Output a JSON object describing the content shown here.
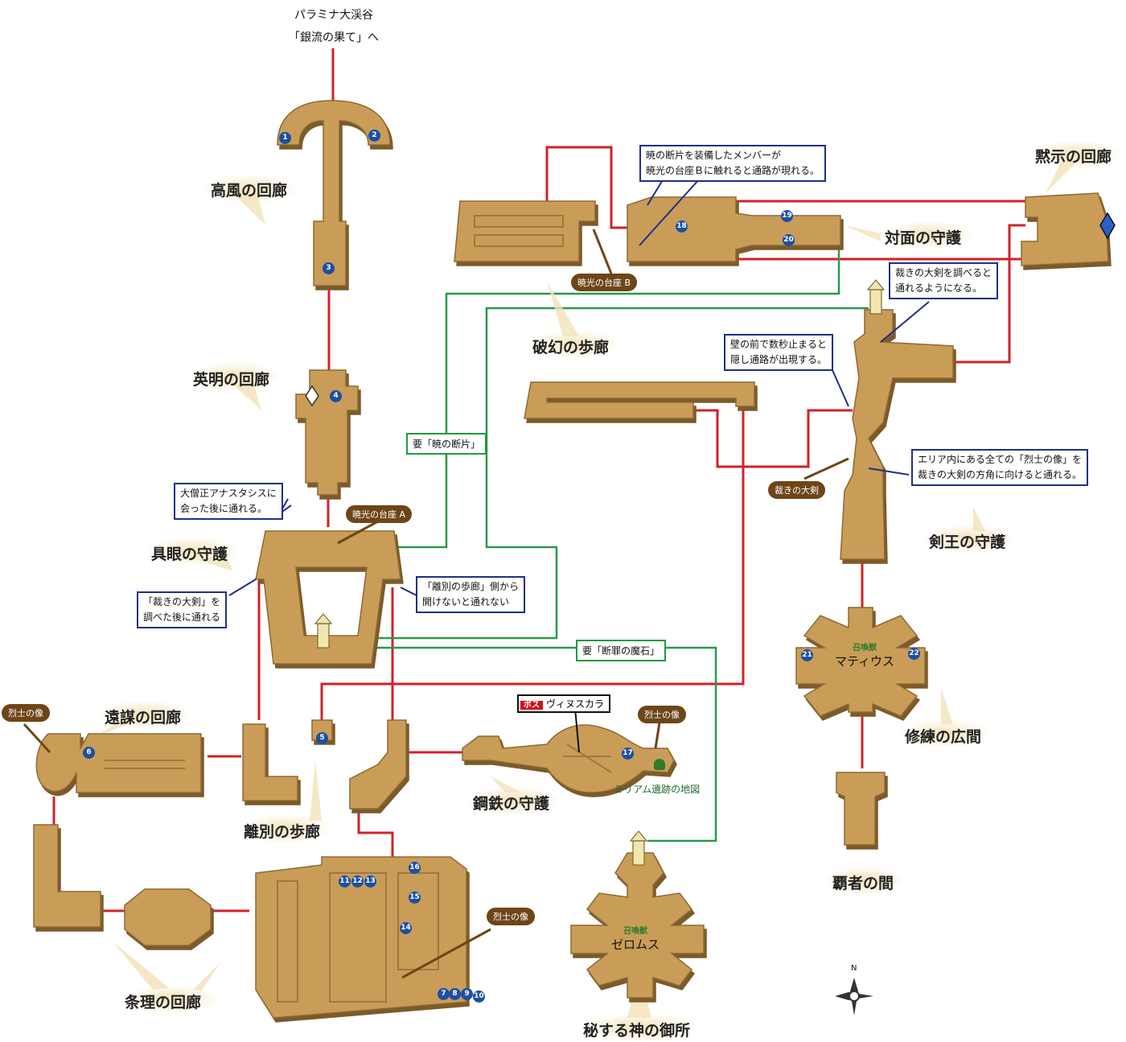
{
  "colors": {
    "room_fill": "#c99d58",
    "room_side": "#8d6a33",
    "red_path": "#d0222a",
    "green_path": "#2a9a48",
    "note_border": "#1f2f8a",
    "tag_bg": "#6e4518",
    "marker_bg": "#1d4fa3",
    "label_glow": "#f3e2b8"
  },
  "destination": {
    "line1": "パラミナ大渓谷",
    "line2": "「銀流の果て」へ"
  },
  "areas": {
    "koufuu": "高風の回廊",
    "eimei": "英明の回廊",
    "gugan": "具眼の守護",
    "enbou": "遠謀の回廊",
    "ribetsu": "離別の歩廊",
    "jouri": "条理の回廊",
    "koutetsu": "鋼鉄の守護",
    "higen": "破幻の歩廊",
    "taimen": "対面の守護",
    "mokuji": "黙示の回廊",
    "kenou": "剣王の守護",
    "shuuren": "修練の広間",
    "hasha": "覇者の間",
    "hisuru": "秘する神の御所"
  },
  "notes": {
    "anastasis": [
      "大僧正アナスタシスに",
      "会った後に通れる。"
    ],
    "sabaki_sword": [
      "「裁きの大剣」を",
      "調べた後に通れる"
    ],
    "ribetsu_side": [
      "「離別の歩廊」側から",
      "開けないと通れない"
    ],
    "akatsuki_b": [
      "暁の断片を装備したメンバーが",
      "暁光の台座Ｂに触れると通路が現れる。"
    ],
    "sabaki_examine": [
      "裁きの大剣を調べると",
      "通れるようになる。"
    ],
    "wall_wait": [
      "壁の前で数秒止まると",
      "隠し通路が出現する。"
    ],
    "statues": [
      "エリア内にある全ての「烈士の像」を",
      "裁きの大剣の方角に向けると通れる。"
    ]
  },
  "requirements": {
    "akatsuki": "要「暁の断片」",
    "danzai": "要「断罪の魔石」"
  },
  "tags": {
    "pedestal_a": "暁光の台座 A",
    "pedestal_b": "暁光の台座 B",
    "statue": "烈士の像",
    "judgment_sword": "裁きの大剣"
  },
  "boss": {
    "badge": "ボス",
    "name": "ヴィヌスカラ"
  },
  "summons": {
    "label": "召喚獣",
    "matius": "マティウス",
    "zeromus": "ゼロムス"
  },
  "map_item": "ミリアム遺跡の地図",
  "compass_n": "N",
  "markers": [
    "1",
    "2",
    "3",
    "4",
    "5",
    "6",
    "7",
    "8",
    "9",
    "10",
    "11",
    "12",
    "13",
    "14",
    "15",
    "16",
    "17",
    "18",
    "19",
    "20",
    "21",
    "22"
  ]
}
